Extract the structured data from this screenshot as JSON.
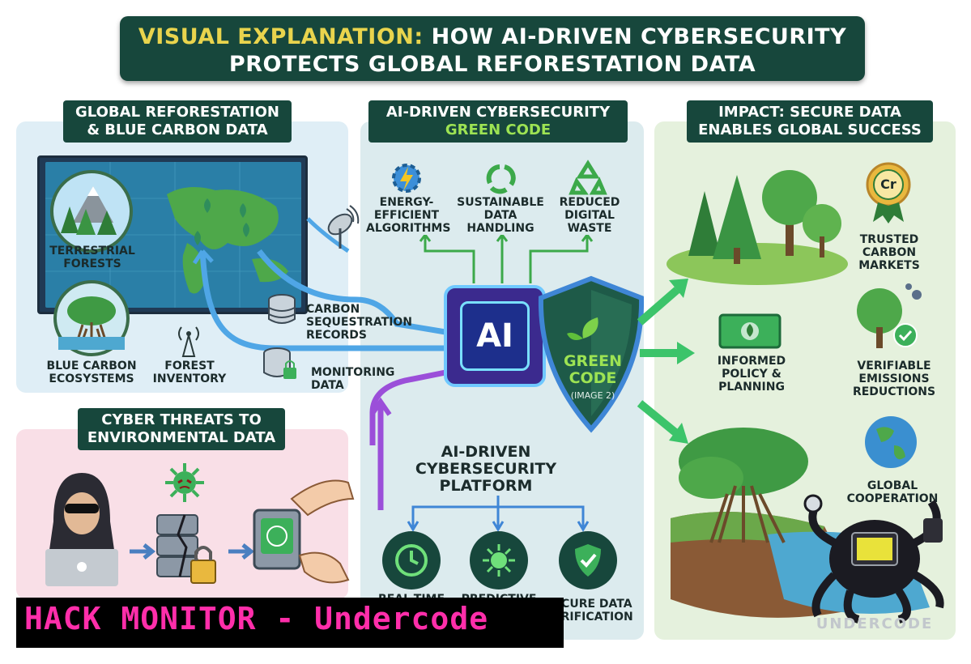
{
  "title": {
    "line1_highlight": "VISUAL EXPLANATION:",
    "line1_rest": " HOW AI-DRIVEN CYBERSECURITY",
    "line2": "PROTECTS GLOBAL REFORESTATION DATA"
  },
  "left_panel": {
    "header_line1": "GLOBAL REFORESTATION",
    "header_line2": "& BLUE CARBON DATA",
    "terrestrial_forests": "TERRESTRIAL\nFORESTS",
    "blue_carbon": "BLUE CARBON\nECOSYSTEMS",
    "forest_inventory": "FOREST\nINVENTORY",
    "carbon_records": "CARBON\nSEQUESTRATION\nRECORDS",
    "monitoring_data": "MONITORING\nDATA"
  },
  "middle_panel": {
    "header_line1": "AI-DRIVEN CYBERSECURITY",
    "header_line2": "GREEN CODE",
    "energy": "ENERGY-\nEFFICIENT\nALGORITHMS",
    "sustainable": "SUSTAINABLE\nDATA\nHANDLING",
    "waste": "REDUCED\nDIGITAL\nWASTE",
    "chip_label": "AI",
    "shield_text": "GREEN\nCODE",
    "shield_sub": "(IMAGE 2)",
    "platform": "AI-DRIVEN\nCYBERSECURITY\nPLATFORM",
    "realtime": "REAL-TIME",
    "predictive": "PREDICTIVE",
    "secure": "SECURE DATA\nVERIFICATION"
  },
  "right_panel": {
    "header_line1": "IMPACT: SECURE DATA",
    "header_line2": "ENABLES GLOBAL SUCCESS",
    "credit_badge": "Cr",
    "trusted": "TRUSTED\nCARBON\nMARKETS",
    "policy": "INFORMED\nPOLICY &\nPLANNING",
    "verifiable": "VERIFIABLE\nEMISSIONS\nREDUCTIONS",
    "global": "GLOBAL\nCOOPERATION",
    "watermark": "UNDERCODE"
  },
  "threats_panel": {
    "header_line1": "CYBER THREATS TO",
    "header_line2": "ENVIRONMENTAL DATA"
  },
  "banner": {
    "text": "HACK MONITOR - Undercode"
  },
  "colors": {
    "dark_green": "#17473c",
    "accent_yellow": "#e9d44d",
    "banner_pink": "#ff2eaa",
    "flow_blue": "#4fa6e6",
    "flow_purple": "#9b4fd9",
    "arrow_green": "#3cc46a"
  }
}
